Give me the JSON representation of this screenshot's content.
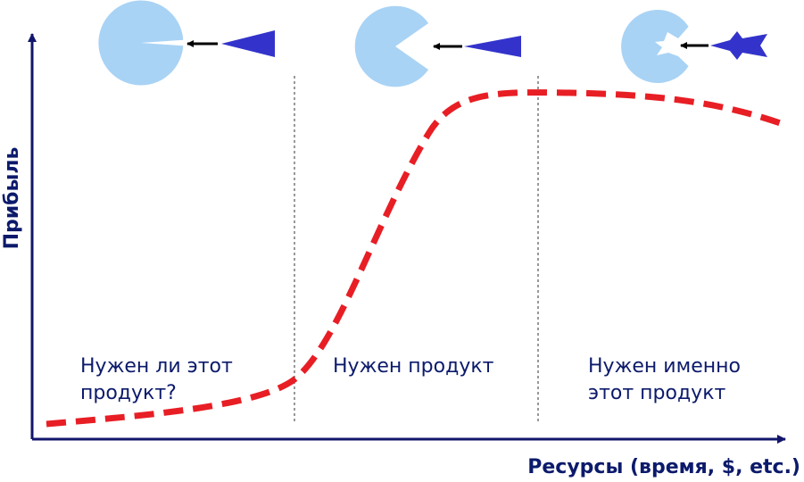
{
  "axes": {
    "y_label": "Прибыль",
    "x_label": "Ресурсы (время, $, etc.)"
  },
  "phases": [
    {
      "lines": [
        "Нужен ли этот",
        "продукт?"
      ]
    },
    {
      "lines": [
        "Нужен продукт"
      ]
    },
    {
      "lines": [
        "Нужен именно",
        "этот продукт"
      ]
    }
  ],
  "icons": [
    {
      "name": "narrow-gap-target-icon",
      "wedge_deg": 8
    },
    {
      "name": "medium-gap-target-icon",
      "wedge_deg": 70
    },
    {
      "name": "star-gap-target-icon",
      "wedge_deg": 0
    }
  ],
  "colors": {
    "axis": "#12156b",
    "curve": "#e81e25",
    "circle": "#a9d3f5",
    "arrow_head": "#3333cc",
    "text": "#0c1a6b",
    "divider": "#333333"
  }
}
